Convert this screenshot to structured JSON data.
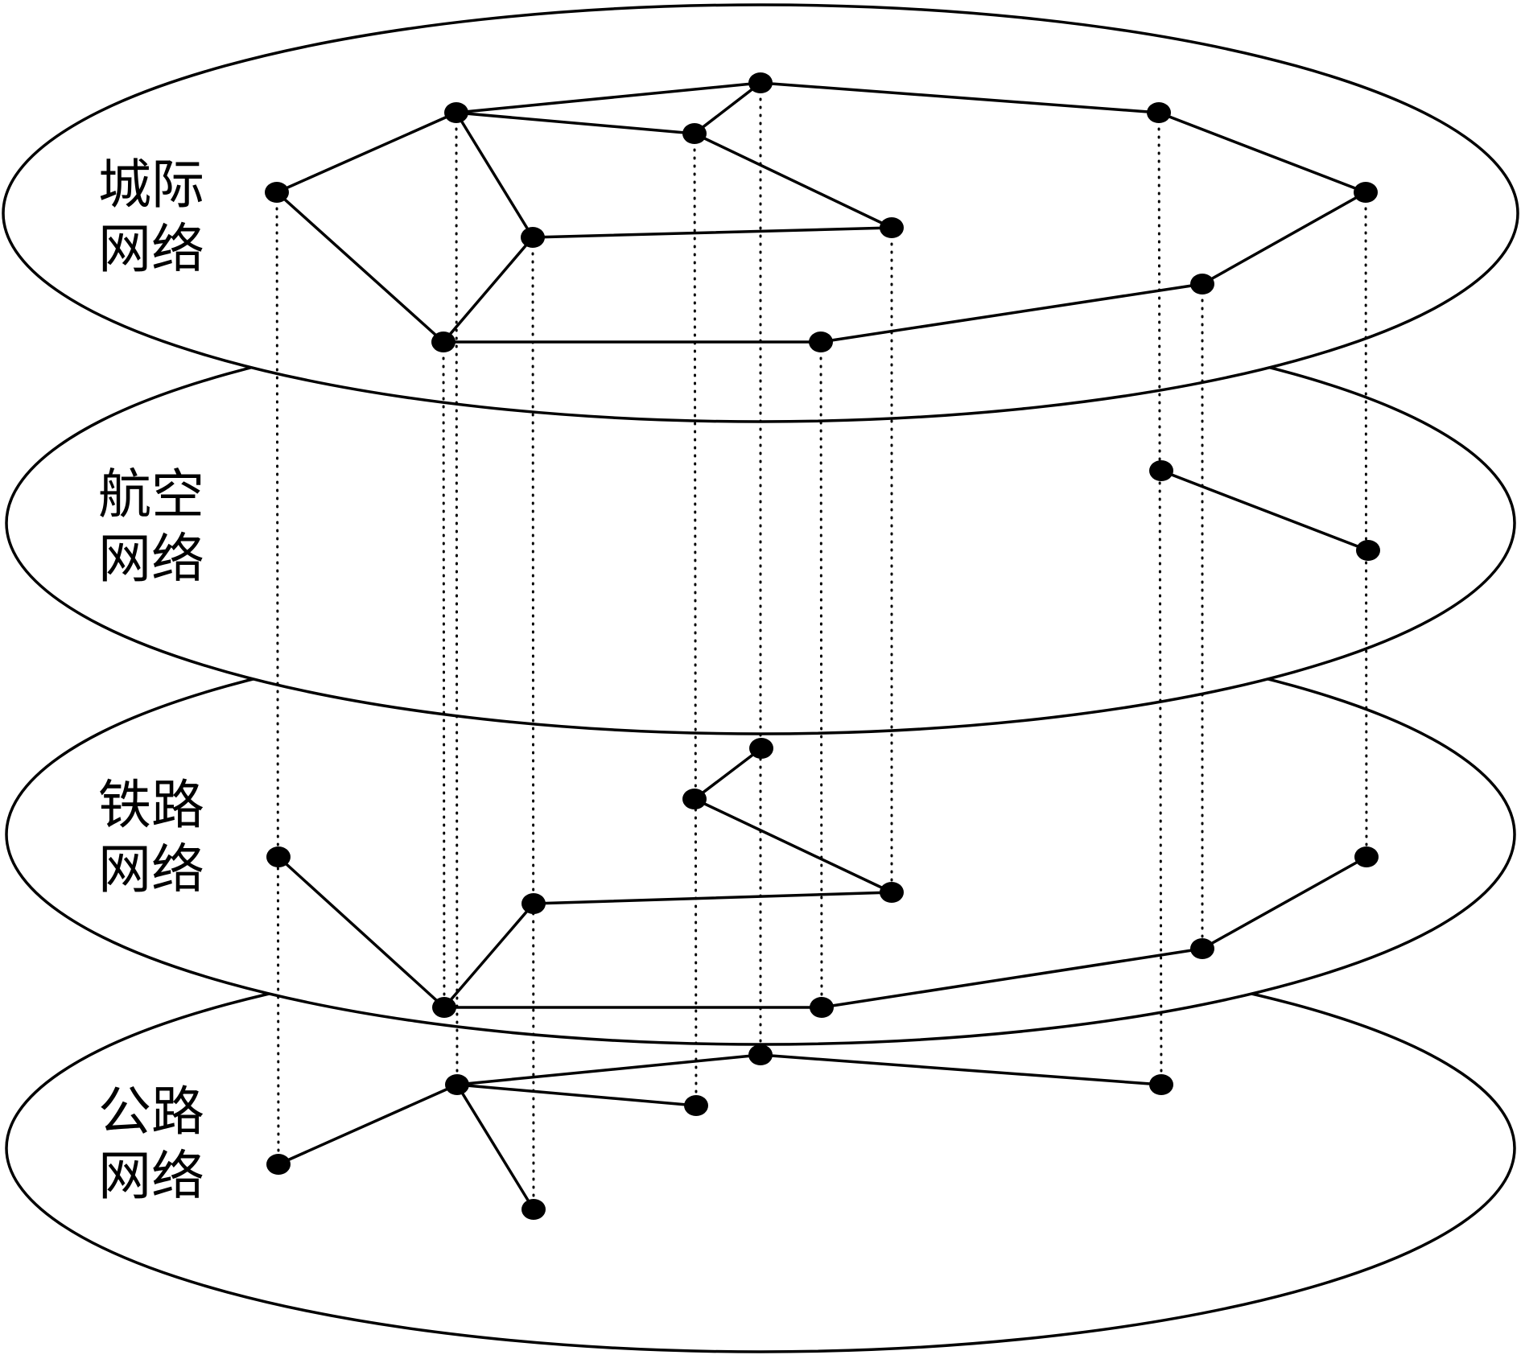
{
  "diagram": {
    "layers": [
      {
        "id": "road",
        "label_lines": [
          "公路",
          "网络"
        ]
      },
      {
        "id": "rail",
        "label_lines": [
          "铁路",
          "网络"
        ]
      },
      {
        "id": "air",
        "label_lines": [
          "航空",
          "网络"
        ]
      },
      {
        "id": "intercity",
        "label_lines": [
          "城际",
          "网络"
        ]
      }
    ],
    "colors": {
      "stroke": "#000000",
      "background": "#ffffff",
      "node": "#000000"
    }
  }
}
